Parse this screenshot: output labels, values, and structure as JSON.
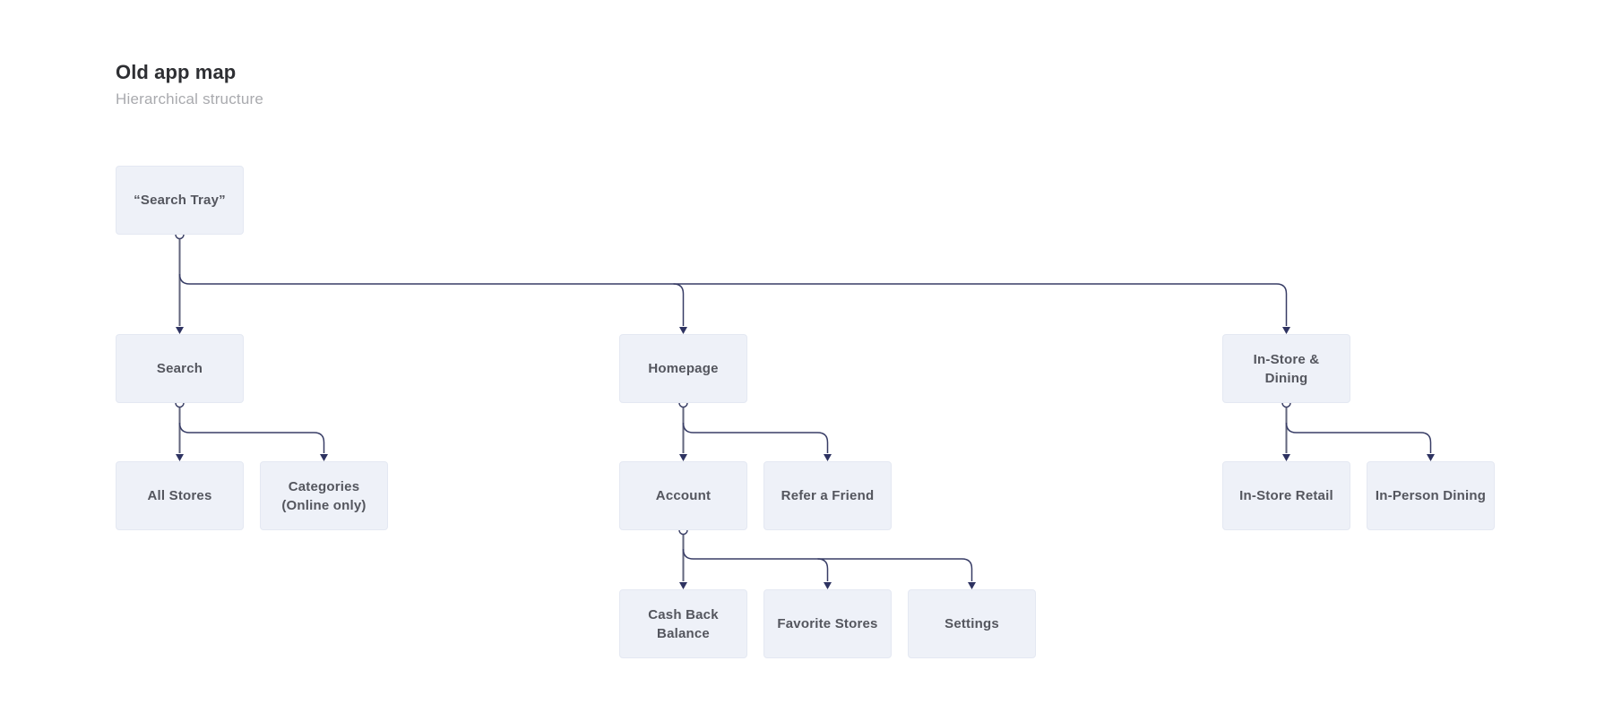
{
  "page": {
    "title": "Old app map",
    "subtitle": "Hierarchical structure"
  },
  "nodes": {
    "search_tray": {
      "label": "“Search Tray”"
    },
    "search": {
      "label": "Search"
    },
    "homepage": {
      "label": "Homepage"
    },
    "in_store_dining": {
      "label": "In-Store & Dining"
    },
    "all_stores": {
      "label": "All Stores"
    },
    "categories": {
      "label": "Categories (Online only)"
    },
    "account": {
      "label": "Account"
    },
    "refer_a_friend": {
      "label": "Refer a Friend"
    },
    "cash_back_balance": {
      "label": "Cash Back Balance"
    },
    "favorite_stores": {
      "label": "Favorite Stores"
    },
    "settings": {
      "label": "Settings"
    },
    "in_store_retail": {
      "label": "In-Store Retail"
    },
    "in_person_dining": {
      "label": "In-Person Dining"
    }
  },
  "hierarchy": {
    "root": "search_tray",
    "edges": [
      [
        "search_tray",
        "search"
      ],
      [
        "search_tray",
        "homepage"
      ],
      [
        "search_tray",
        "in_store_dining"
      ],
      [
        "search",
        "all_stores"
      ],
      [
        "search",
        "categories"
      ],
      [
        "homepage",
        "account"
      ],
      [
        "homepage",
        "refer_a_friend"
      ],
      [
        "account",
        "cash_back_balance"
      ],
      [
        "account",
        "favorite_stores"
      ],
      [
        "account",
        "settings"
      ],
      [
        "in_store_dining",
        "in_store_retail"
      ],
      [
        "in_store_dining",
        "in_person_dining"
      ]
    ]
  },
  "colors": {
    "background": "#ffffff",
    "node_fill": "#eef1f8",
    "node_border": "#e4e8f2",
    "node_text": "#54565e",
    "connector_rail": "#383d66",
    "connector_drop": "#62657c",
    "arrowhead": "#2e3361",
    "title_text": "#2e2f33",
    "subtitle_text": "#a9aaae"
  }
}
